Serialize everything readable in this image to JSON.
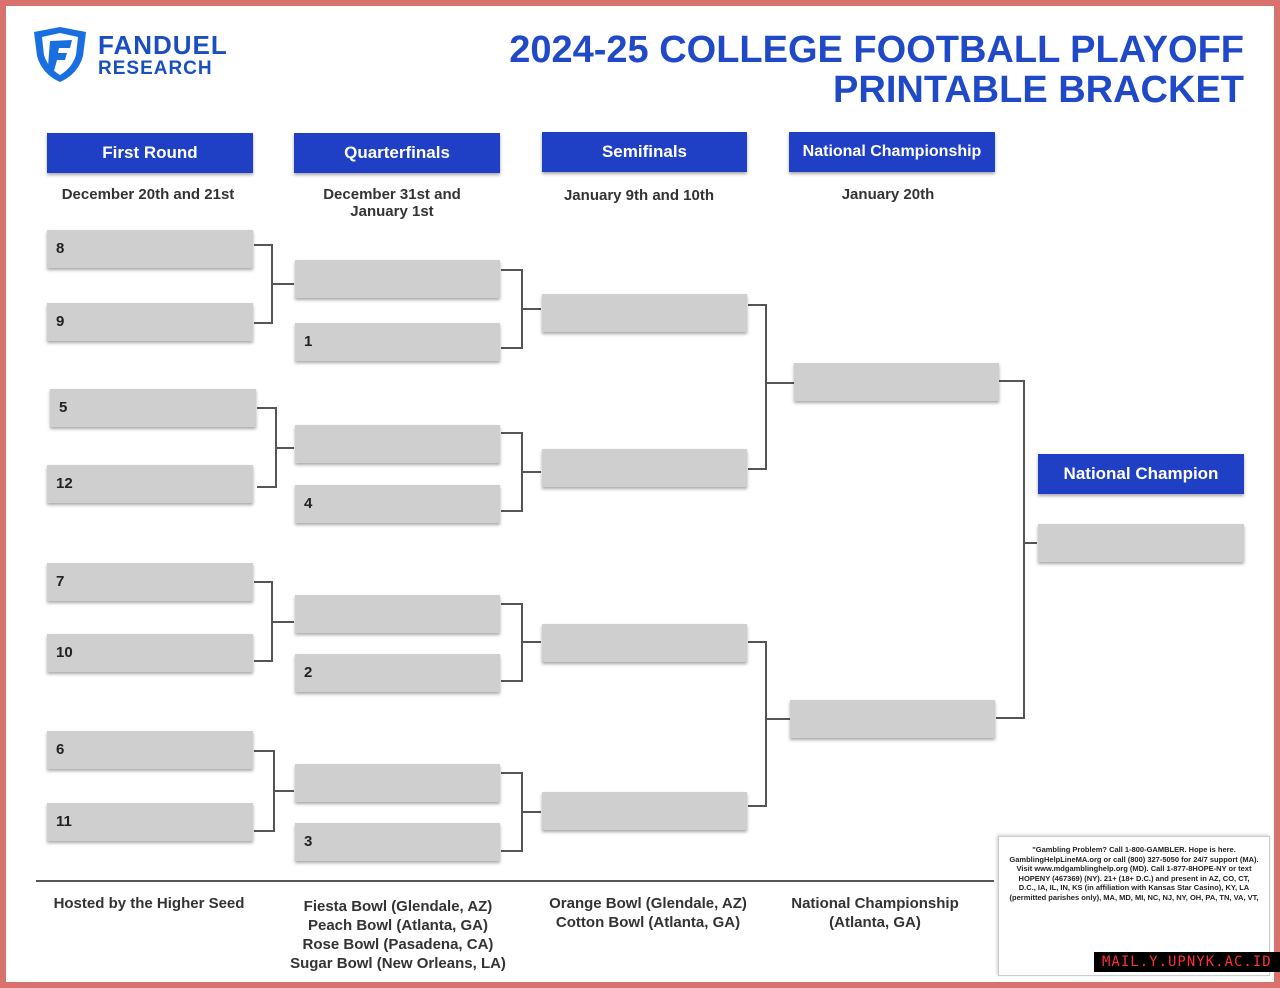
{
  "brand": {
    "line1": "FANDUEL",
    "line2": "RESEARCH",
    "color": "#1a4fc1"
  },
  "title": {
    "line1": "2024-25 COLLEGE FOOTBALL PLAYOFF",
    "line2": "PRINTABLE BRACKET"
  },
  "rounds": [
    {
      "label": "First Round",
      "date": "December 20th and 21st"
    },
    {
      "label": "Quarterfinals",
      "date": "December 31st and January 1st"
    },
    {
      "label": "Semifinals",
      "date": "January 9th and 10th"
    },
    {
      "label": "National Championship",
      "date": "January 20th"
    }
  ],
  "champion_label": "National Champion",
  "first_round_seeds": [
    "8",
    "9",
    "5",
    "12",
    "7",
    "10",
    "6",
    "11"
  ],
  "quarterfinal_seeds": [
    "1",
    "4",
    "2",
    "3"
  ],
  "footer": {
    "first_round": "Hosted by the Higher Seed",
    "quarterfinals": [
      "Fiesta Bowl (Glendale, AZ)",
      "Peach Bowl (Atlanta, GA)",
      "Rose Bowl (Pasadena, CA)",
      "Sugar Bowl (New Orleans, LA)"
    ],
    "semifinals": [
      "Orange Bowl (Glendale, AZ)",
      "Cotton Bowl (Atlanta, GA)"
    ],
    "championship": [
      "National Championship",
      "(Atlanta, GA)"
    ]
  },
  "legal_text": "\"Gambling Problem? Call 1-800-GAMBLER. Hope is here. GamblingHelpLineMA.org or call (800) 327-5050 for 24/7 support (MA). Visit www.mdgamblinghelp.org (MD). Call 1-877-8HOPE-NY or text HOPENY (467369) (NY). 21+ (18+ D.C.) and present in AZ, CO, CT, D.C., IA, IL, IN, KS (in affiliation with Kansas Star Casino), KY, LA (permitted parishes only), MA, MD, MI, NC, NJ, NY, OH, PA, TN, VA, VT,",
  "watermark": "MAIL.Y.UPNYK.AC.ID",
  "colors": {
    "header_blue": "#1f3fc4",
    "box_gray": "#cfcfcf",
    "border": "#d9726c"
  }
}
